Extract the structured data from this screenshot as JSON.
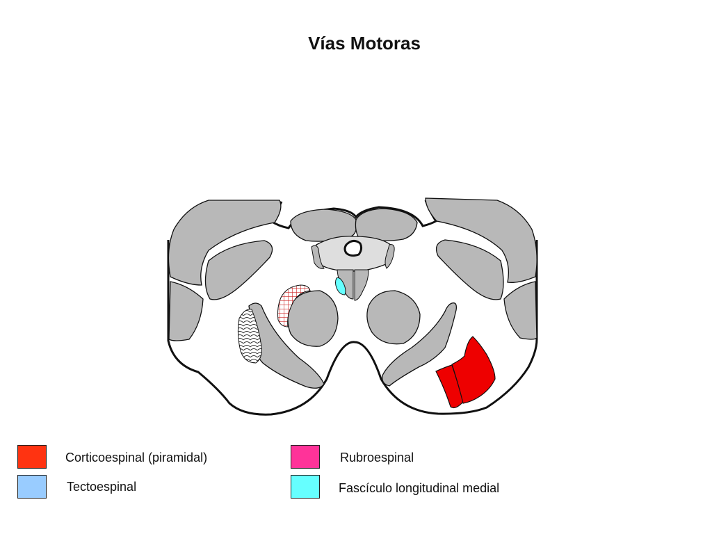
{
  "title": "Vías Motoras",
  "colors": {
    "outline": "#111111",
    "gray_structure": "#b8b8b8",
    "light_gray": "#dedede",
    "corticoespinal": "#ff3311",
    "rubroespinal": "#ff3399",
    "tectoespinal": "#99ccff",
    "fasciculo": "#66ffff",
    "tract_red": "#ee0000",
    "hatch_red": "#cc2222"
  },
  "legend": [
    {
      "label": "Corticoespinal (piramidal)",
      "color": "#ff3311"
    },
    {
      "label": "Rubroespinal",
      "color": "#ff3399"
    },
    {
      "label": "Tectoespinal",
      "color": "#99ccff"
    },
    {
      "label": "Fascículo longitudinal medial",
      "color": "#66ffff"
    }
  ]
}
